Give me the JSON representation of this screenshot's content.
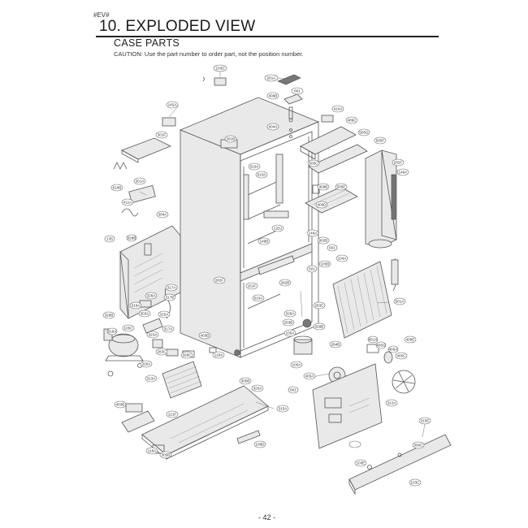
{
  "header": {
    "doc_tag": "#EV#",
    "title": "10. EXPLODED VIEW",
    "subtitle": "CASE PARTS",
    "caution": "CAUTION: Use the part number to order part, not the position number."
  },
  "footer": {
    "page_number": "- 42 -"
  },
  "labels": [
    "103D",
    "281A",
    "801",
    "409B",
    "410A",
    "409C",
    "505G",
    "505F",
    "505C",
    "505E",
    "409B",
    "149A",
    "282F",
    "145A",
    "301F",
    "301A",
    "619B",
    "411A",
    "304A",
    "328B",
    "404A",
    "135",
    "281B",
    "610A",
    "610A",
    "125J",
    "149B",
    "149A",
    "409D",
    "802B",
    "601",
    "105B",
    "501",
    "104A",
    "501A",
    "282F",
    "151F",
    "282B",
    "610A",
    "283C",
    "329A",
    "328B",
    "283B",
    "105A",
    "284B",
    "405E",
    "317A",
    "328A",
    "317B",
    "319A",
    "328B",
    "303A",
    "315A",
    "105C",
    "316A",
    "317A",
    "323A",
    "403B",
    "328C",
    "283C",
    "320A",
    "313A",
    "118A",
    "105A",
    "451A",
    "405G",
    "406A",
    "405C",
    "405A",
    "801",
    "312A",
    "305B",
    "315A",
    "320A",
    "108D",
    "121F",
    "403B",
    "315E",
    "103C",
    "300C",
    "103E",
    "118A",
    "305B"
  ]
}
